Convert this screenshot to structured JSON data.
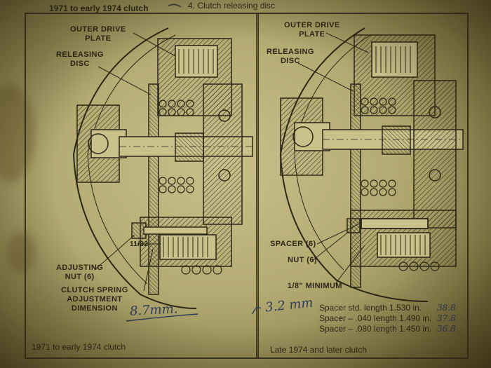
{
  "header": {
    "left_title": "1971 to early 1974 clutch",
    "right_title": "4. Clutch releasing disc"
  },
  "left_panel": {
    "outer_drive_plate": "OUTER DRIVE\nPLATE",
    "releasing_disc": "RELEASING\nDISC",
    "adjusting_nut": "ADJUSTING\nNUT (6)",
    "dimension_value": "11/32",
    "clutch_spring": "CLUTCH SPRING\nADJUSTMENT\nDIMENSION",
    "handwritten": "8.7mm.",
    "caption": "1971 to early 1974 clutch"
  },
  "right_panel": {
    "outer_drive_plate": "OUTER DRIVE\nPLATE",
    "releasing_disc": "RELEASING\nDISC",
    "spacer": "SPACER (6)",
    "nut": "NUT (6)",
    "minimum": "1/8\" MINIMUM",
    "handwritten": "3.2 mm",
    "caption": "Late 1974 and later clutch",
    "specs": [
      {
        "text": "Spacer std. length 1.530 in.",
        "note": "38.8"
      },
      {
        "text": "Spacer – .040 length 1.490 in.",
        "note": "37.8"
      },
      {
        "text": "Spacer – .080 length 1.450 in.",
        "note": "36.8"
      }
    ]
  },
  "colors": {
    "paper": "#c9c08a",
    "ink": "#2b2716",
    "pen": "#2e3a5c"
  }
}
